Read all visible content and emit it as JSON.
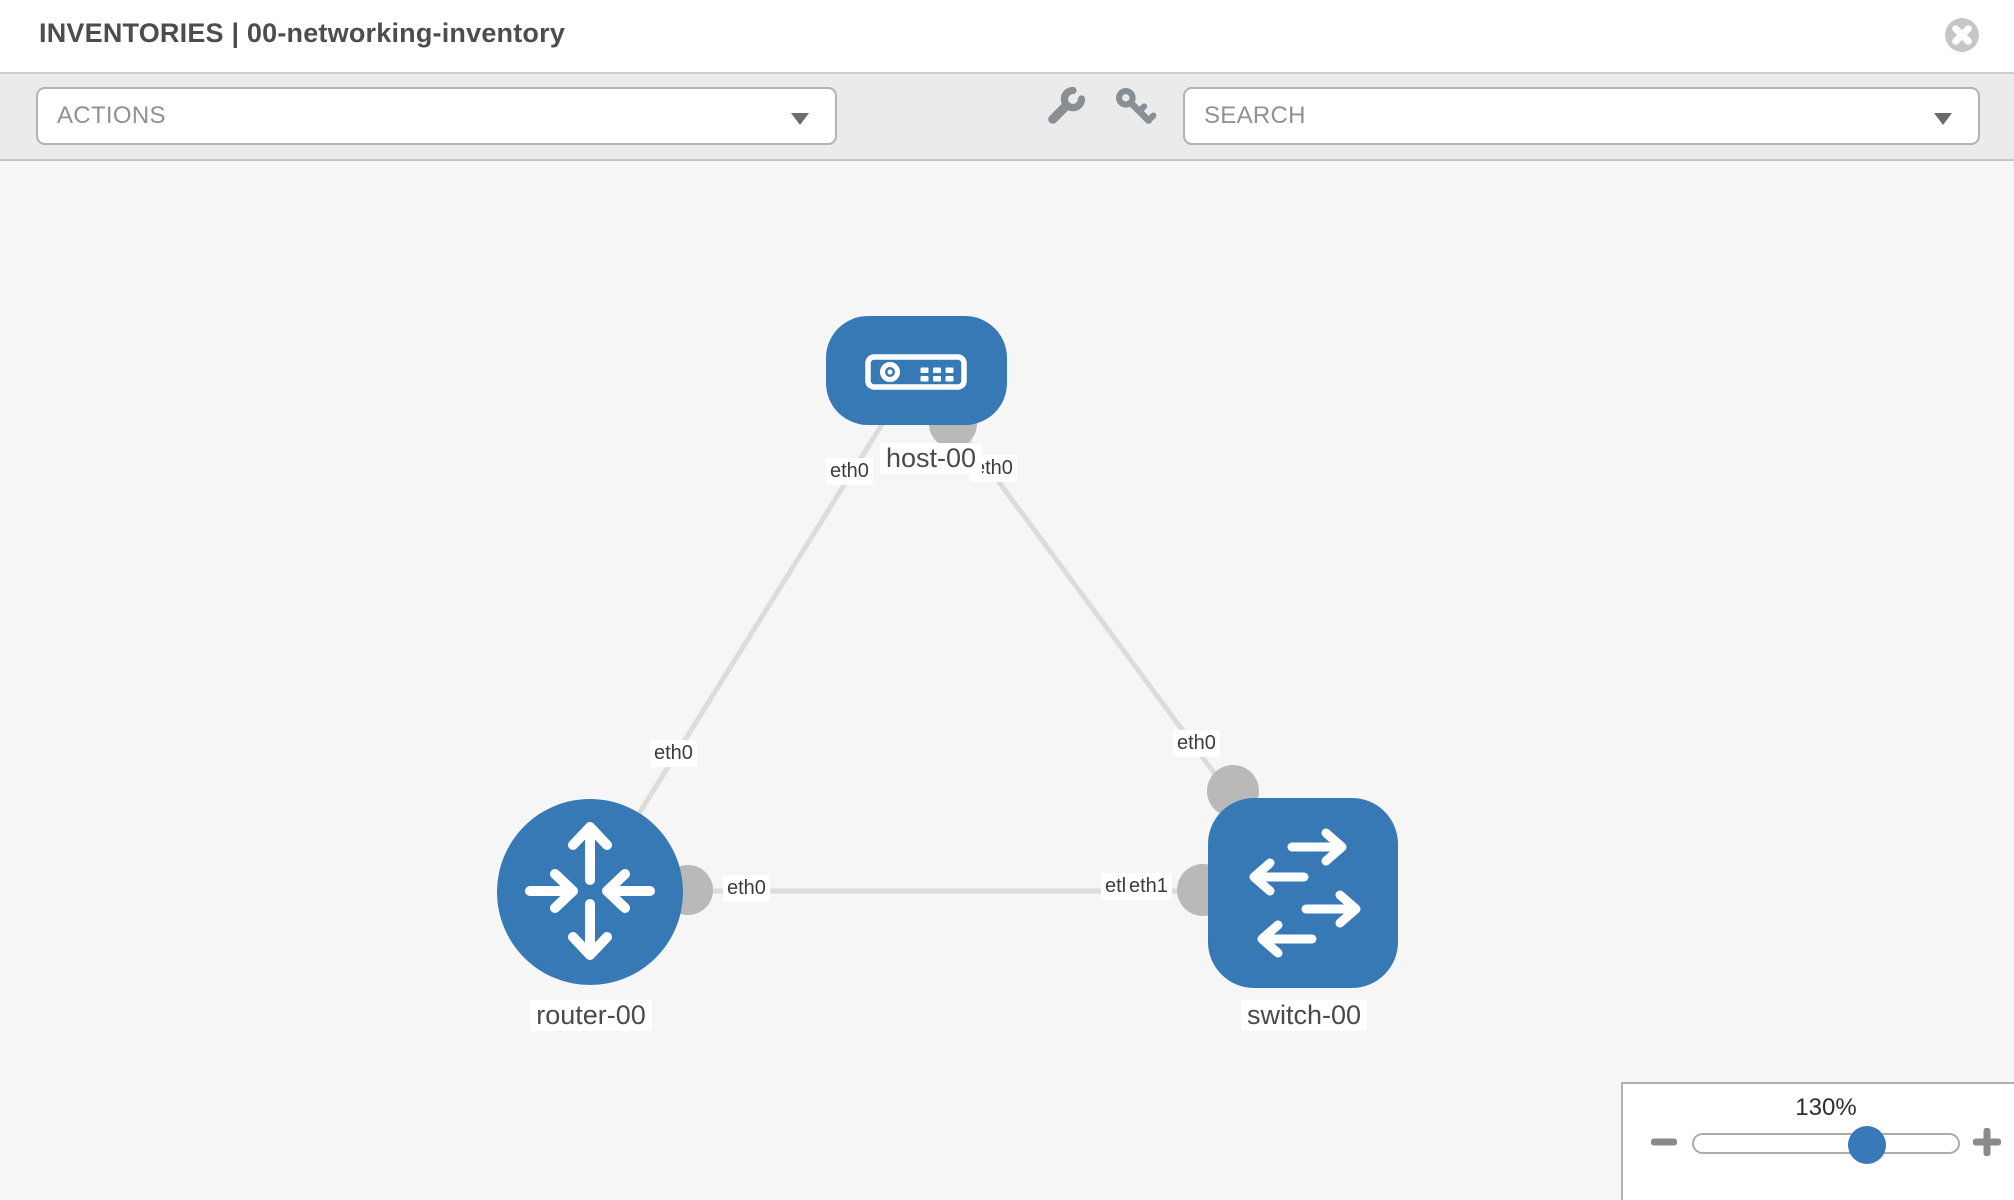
{
  "header": {
    "title": "INVENTORIES | 00-networking-inventory"
  },
  "toolbar": {
    "actions_label": "ACTIONS",
    "search_label": "SEARCH",
    "icons": [
      "wrench-icon",
      "key-icon"
    ]
  },
  "topology": {
    "nodes": [
      {
        "label": "host-00",
        "type": "host"
      },
      {
        "label": "router-00",
        "type": "router"
      },
      {
        "label": "switch-00",
        "type": "switch"
      }
    ],
    "links": [
      {
        "from": "host-00",
        "from_if": "eth0",
        "to": "router-00",
        "to_if": "eth0"
      },
      {
        "from": "host-00",
        "from_if": "eth0",
        "to": "switch-00",
        "to_if": "eth0"
      },
      {
        "from": "router-00",
        "from_if": "eth0",
        "to": "switch-00",
        "to_if": "eth1"
      }
    ],
    "labels": {
      "host": "host-00",
      "router": "router-00",
      "switch": "switch-00",
      "host_left_if": "eth0",
      "host_right_if": "eth0",
      "link_a_router_if": "eth0",
      "link_b_switch_if": "eth0",
      "link_c_router_if": "eth0",
      "link_c_switch_if_hidden": "eth0",
      "link_c_switch_if_top": "eth1"
    }
  },
  "zoom_control": {
    "level": "130%"
  },
  "colors": {
    "node_blue": "#3779b5",
    "link_gray": "#dcdcdc",
    "connector_gray": "#b9b9b9",
    "canvas_bg": "#f6f6f6",
    "toolbar_bg": "#ebebeb"
  }
}
